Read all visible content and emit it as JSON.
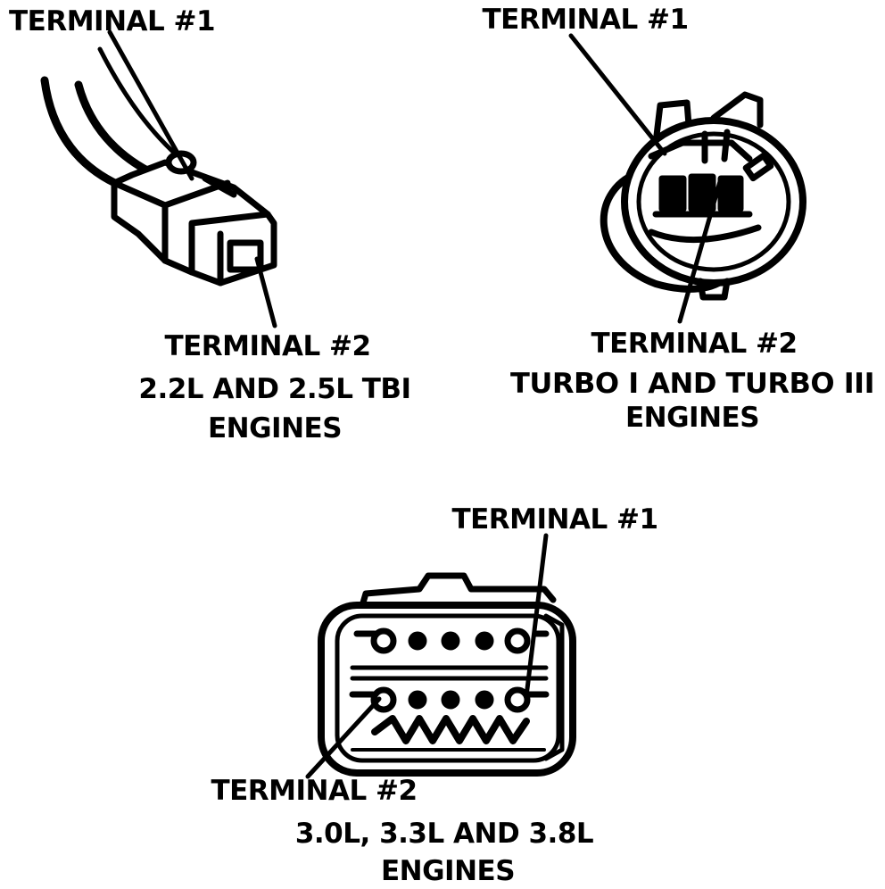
{
  "connectors": [
    {
      "id": "tbi",
      "terminal1": "TERMINAL #1",
      "terminal2": "TERMINAL #2",
      "engines_line1": "2.2L AND 2.5L TBI",
      "engines_line2": "ENGINES"
    },
    {
      "id": "turbo",
      "terminal1": "TERMINAL #1",
      "terminal2": "TERMINAL #2",
      "engines_line1": "TURBO I AND TURBO III",
      "engines_line2": "ENGINES"
    },
    {
      "id": "v6",
      "terminal1": "TERMINAL #1",
      "terminal2": "TERMINAL #2",
      "engines_line1": "3.0L, 3.3L AND 3.8L",
      "engines_line2": "ENGINES"
    }
  ],
  "colors": {
    "ink": "#000000",
    "paper": "#ffffff"
  }
}
